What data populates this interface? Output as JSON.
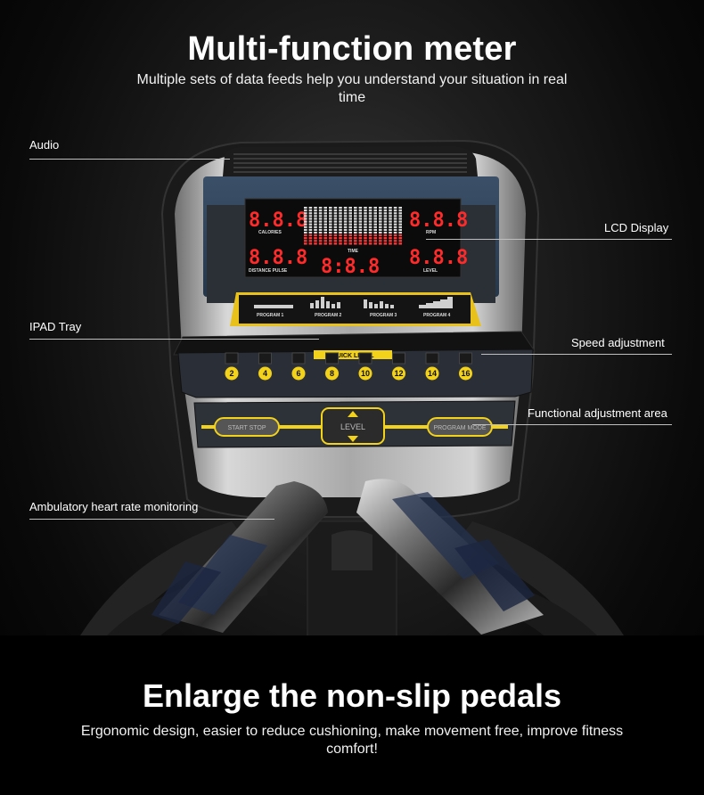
{
  "header": {
    "title": "Multi-function meter",
    "subtitle": "Multiple sets of data feeds help you understand your situation in real time"
  },
  "callouts": {
    "audio": "Audio",
    "lcd": "LCD Display",
    "ipad": "IPAD Tray",
    "speed": "Speed adjustment",
    "functional": "Functional adjustment area",
    "heart": "Ambulatory heart rate monitoring"
  },
  "console": {
    "lcd": {
      "calories_label": "CALORIES",
      "time_label": "TIME",
      "rpm_label": "RPM",
      "distance_pulse_label": "DISTANCE PULSE",
      "level_label": "LEVEL",
      "segment_readout": "8.8.8",
      "time_readout": "8:8.8"
    },
    "programs": [
      "PROGRAM 1",
      "PROGRAM 2",
      "PROGRAM 3",
      "PROGRAM 4"
    ],
    "quick_level_label": "QUICK LEVEL",
    "quick_levels": [
      "2",
      "4",
      "6",
      "8",
      "10",
      "12",
      "14",
      "16"
    ],
    "start_stop_label": "START STOP",
    "level_label": "LEVEL",
    "program_mode_label": "PROGRAM MODE"
  },
  "footer": {
    "title": "Enlarge the non-slip pedals",
    "subtitle": "Ergonomic design, easier to reduce cushioning, make movement free, improve fitness comfort!"
  },
  "colors": {
    "accent_yellow": "#f2d21b",
    "lcd_red": "#ff2a2a",
    "line": "#bfbfbf"
  }
}
